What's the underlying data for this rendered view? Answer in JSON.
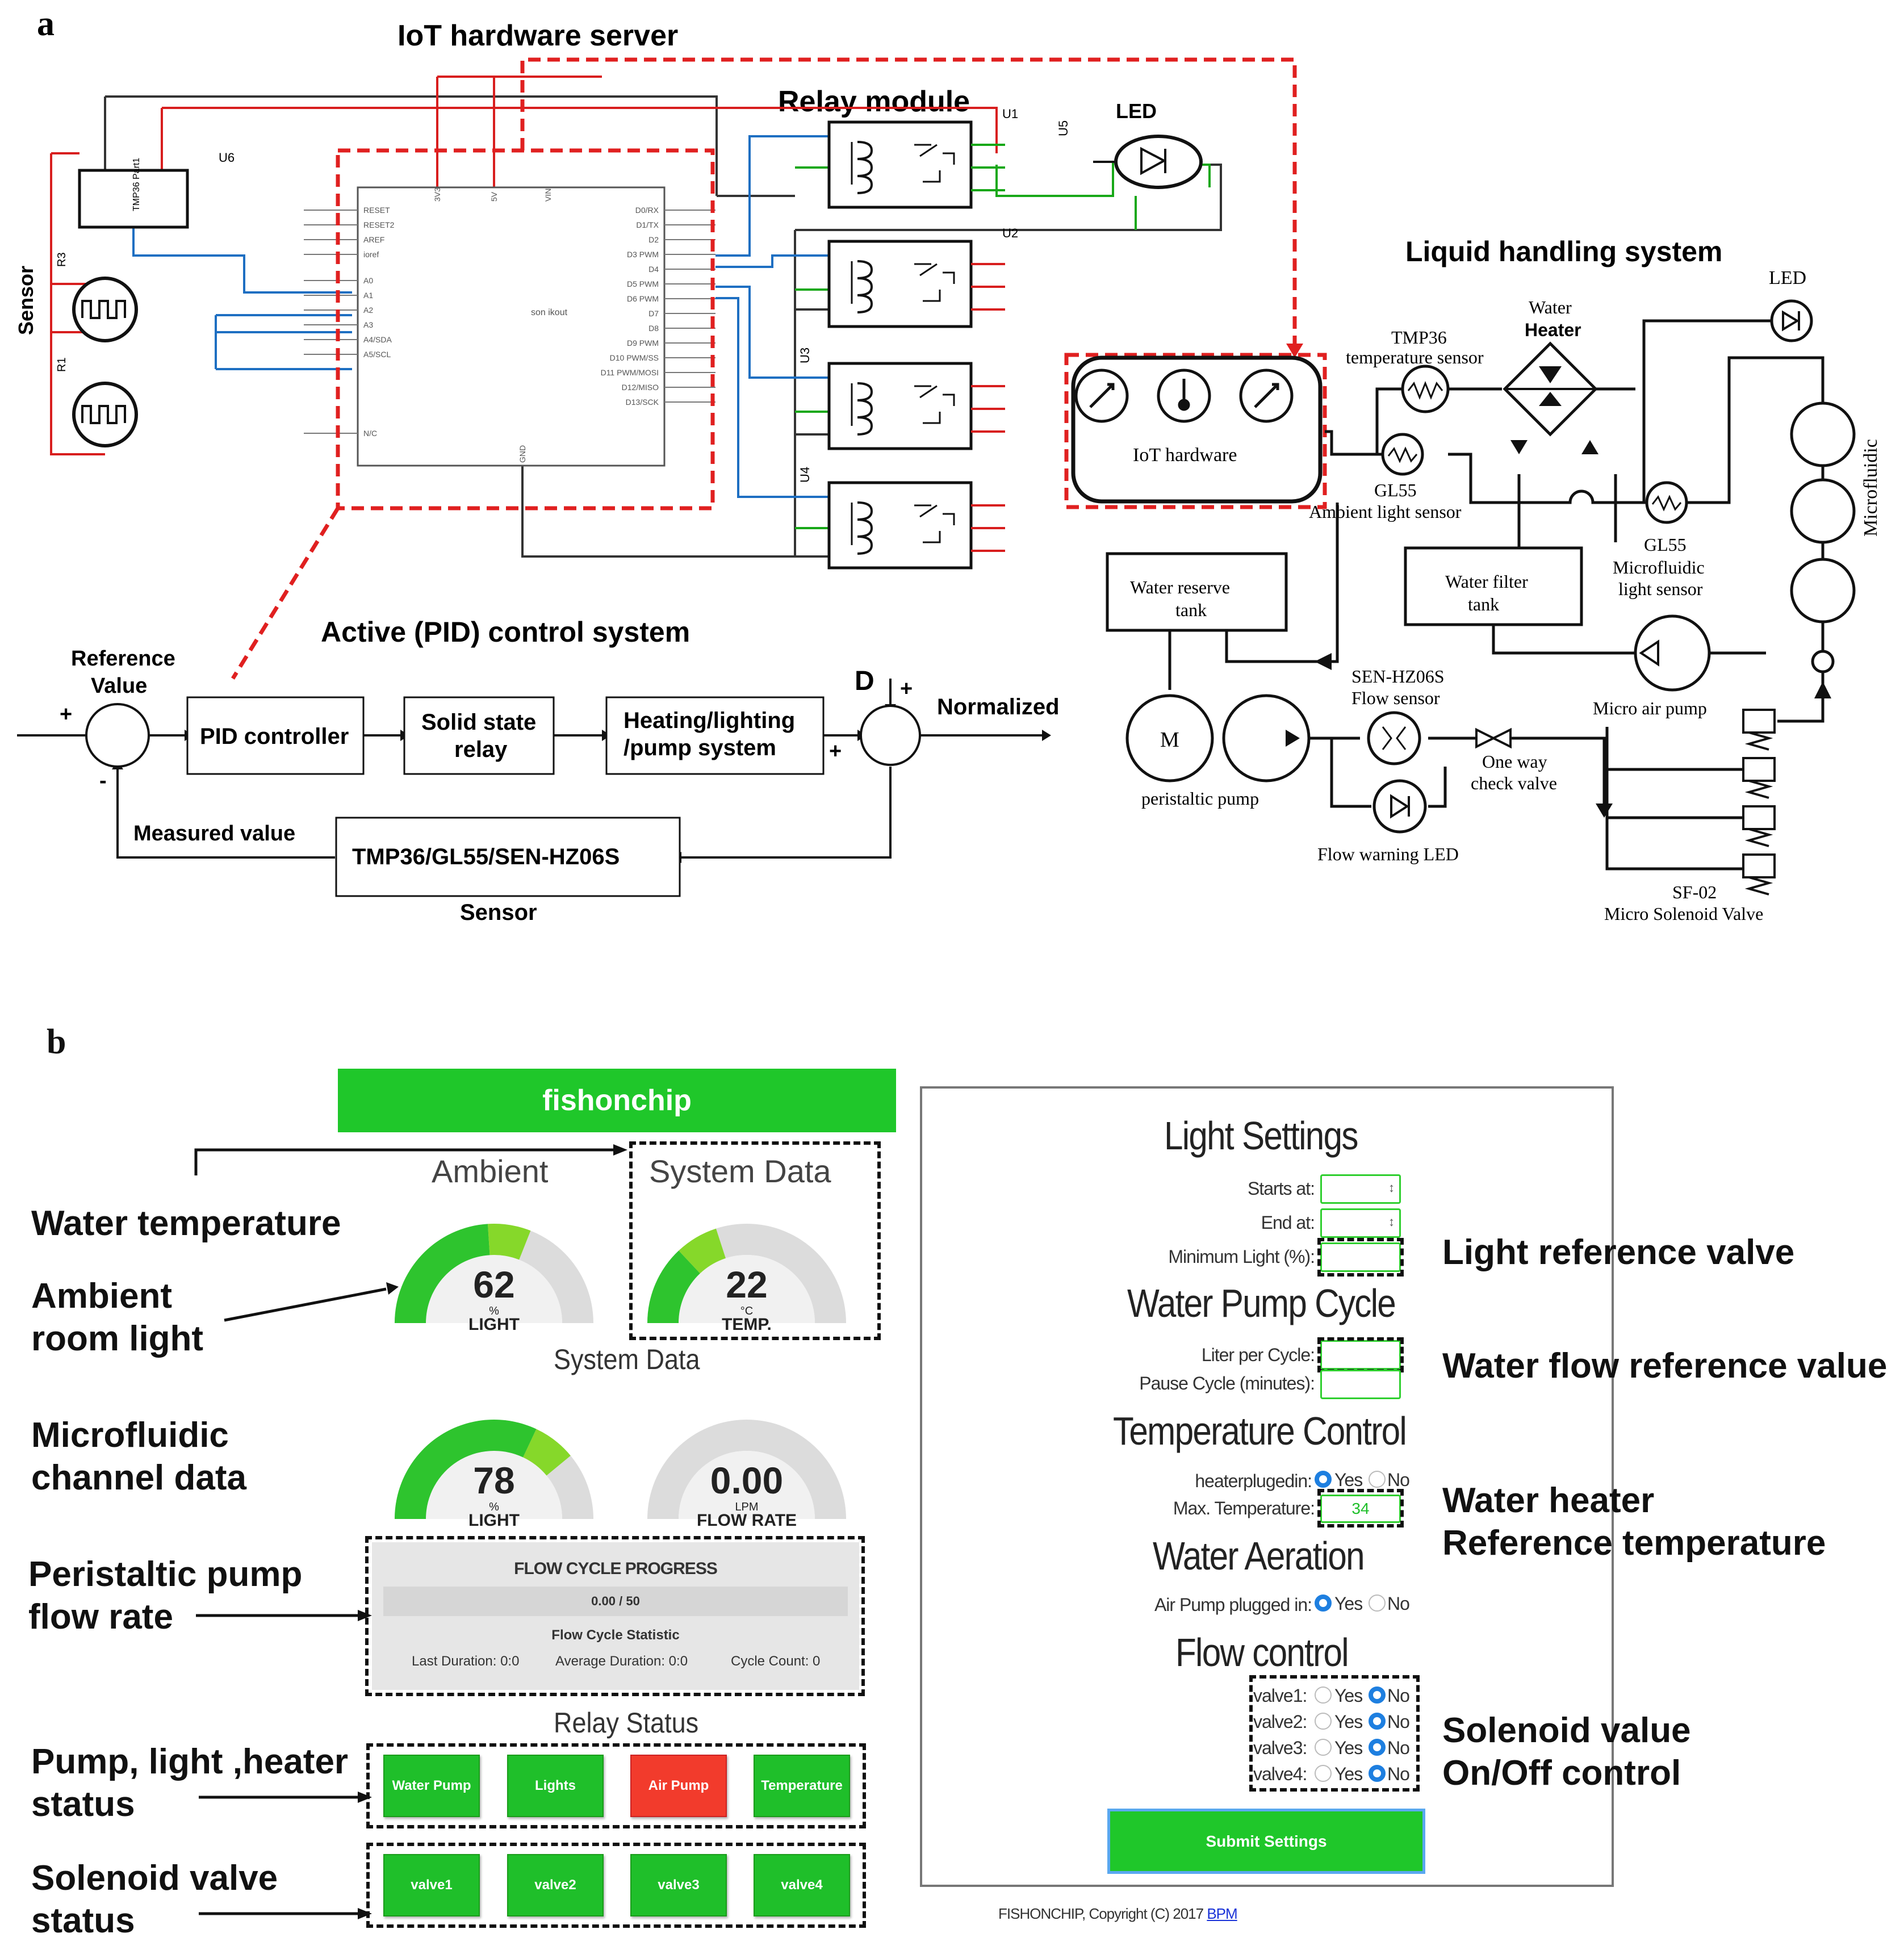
{
  "panel_a": {
    "label": "a",
    "iot_server_title": "IoT hardware server",
    "relay_module_title": "Relay module",
    "led_label": "LED",
    "sensor_side_label": "Sensor",
    "u1": "U1",
    "u2": "U2",
    "u3": "U3",
    "u4": "U4",
    "u5": "U5",
    "u6": "U6",
    "r1": "R1",
    "r3": "R3",
    "tmp36_part": "TMP36 Part1",
    "board_name": "son ikout",
    "pins_left": [
      "RESET",
      "RESET2",
      "AREF",
      "ioref",
      "A0",
      "A1",
      "A2",
      "A3",
      "A4/SDA",
      "A5/SCL",
      "N/C"
    ],
    "pins_right": [
      "D0/RX",
      "D1/TX",
      "D2",
      "D3 PWM",
      "D4",
      "D5 PWM",
      "D6 PWM",
      "D7",
      "D8",
      "D9 PWM",
      "D10 PWM/SS",
      "D11 PWM/MOSI",
      "D12/MISO",
      "D13/SCK"
    ],
    "pins_top": [
      "3V3",
      "5V",
      "VIN"
    ],
    "pin_gnd": "GND",
    "liquid_title": "Liquid handling system",
    "iot_hardware": "IoT hardware",
    "tmp36_sensor": [
      "TMP36",
      "temperature sensor"
    ],
    "water_heater": [
      "Water",
      "Heater"
    ],
    "led2": "LED",
    "gl55_ambient": [
      "GL55",
      "Ambient light sensor"
    ],
    "gl55_micro": [
      "GL55",
      "Microfluidic",
      "light sensor"
    ],
    "microfluidic": "Microfluidic",
    "water_reserve": [
      "Water reserve",
      "tank"
    ],
    "water_filter": [
      "Water filter",
      "tank"
    ],
    "flow_sensor": [
      "SEN-HZ06S",
      "Flow sensor"
    ],
    "micro_air_pump": "Micro air pump",
    "motor": "M",
    "peristaltic": "peristaltic pump",
    "check_valve": [
      "One way",
      "check valve"
    ],
    "flow_warning": "Flow warning LED",
    "solenoid": [
      "SF-02",
      "Micro Solenoid Valve"
    ],
    "pid_title": "Active (PID) control  system",
    "reference": [
      "Reference",
      "Value"
    ],
    "plus": "+",
    "minus": "-",
    "pid_controller": "PID controller",
    "ssr": [
      "Solid state",
      "relay"
    ],
    "heating": [
      "Heating/lighting",
      "/pump system"
    ],
    "d_label": "D",
    "normalized": "Normalized",
    "measured": "Measured value",
    "sensor_box": "TMP36/GL55/SEN-HZ06S",
    "sensor_caption": "Sensor"
  },
  "panel_b": {
    "label": "b",
    "header": "fishonchip",
    "ambient_title": "Ambient",
    "system_data_title": "System Data",
    "system_data_title2": "System Data",
    "gauges": [
      {
        "value": "62",
        "unit": "%",
        "name": "LIGHT",
        "fraction": 0.62
      },
      {
        "value": "22",
        "unit": "°C",
        "name": "TEMP.",
        "fraction": 0.4
      },
      {
        "value": "78",
        "unit": "%",
        "name": "LIGHT",
        "fraction": 0.78
      },
      {
        "value": "0.00",
        "unit": "LPM",
        "name": "FLOW RATE",
        "fraction": 0.0
      }
    ],
    "flow_cycle": {
      "title": "FLOW CYCLE PROGRESS",
      "progress": "0.00 / 50",
      "statistic": "Flow Cycle Statistic",
      "last": "Last Duration: 0:0",
      "average": "Average Duration: 0:0",
      "count": "Cycle Count: 0"
    },
    "relay_status_title": "Relay Status",
    "relays": [
      {
        "label": "Water Pump",
        "color": "#1fbf2a"
      },
      {
        "label": "Lights",
        "color": "#1fbf2a"
      },
      {
        "label": "Air Pump",
        "color": "#f23b2c"
      },
      {
        "label": "Temperature",
        "color": "#1fbf2a"
      }
    ],
    "valves": [
      "valve1",
      "valve2",
      "valve3",
      "valve4"
    ],
    "left_annotations": {
      "water_temp": "Water temperature",
      "ambient_light": [
        "Ambient",
        "room light"
      ],
      "microfluidic": [
        "Microfluidic",
        "channel data"
      ],
      "peristaltic": [
        "Peristaltic pump",
        "flow rate"
      ],
      "relay": [
        "Pump, light ,heater",
        "status"
      ],
      "solenoid": [
        "Solenoid valve",
        "status"
      ]
    },
    "settings": {
      "light_settings": "Light Settings",
      "starts_at": "Starts at:",
      "end_at": "End at:",
      "min_light": "Minimum Light (%):",
      "water_pump_cycle": "Water Pump Cycle",
      "liter_per_cycle": "Liter per Cycle:",
      "pause_cycle": "Pause Cycle (minutes):",
      "temperature_control": "Temperature Control",
      "heater_plugged": "heaterplugedin:",
      "yes": "Yes",
      "no": "No",
      "max_temp": "Max. Temperature:",
      "max_temp_value": "34",
      "water_aeration": "Water Aeration",
      "air_pump_plugged": "Air Pump plugged in:",
      "flow_control": "Flow control",
      "valve_rows": [
        "valve1:",
        "valve2:",
        "valve3:",
        "valve4:"
      ],
      "submit": "Submit Settings"
    },
    "right_annotations": {
      "light_ref": "Light reference valve",
      "water_flow_ref": "Water flow reference value",
      "heater_ref": [
        "Water heater",
        "Reference temperature"
      ],
      "solenoid_ctrl": [
        "Solenoid value",
        "On/Off control"
      ]
    },
    "footer": "FISHONCHIP, Copyright (C) 2017",
    "footer_link": "BPM"
  }
}
